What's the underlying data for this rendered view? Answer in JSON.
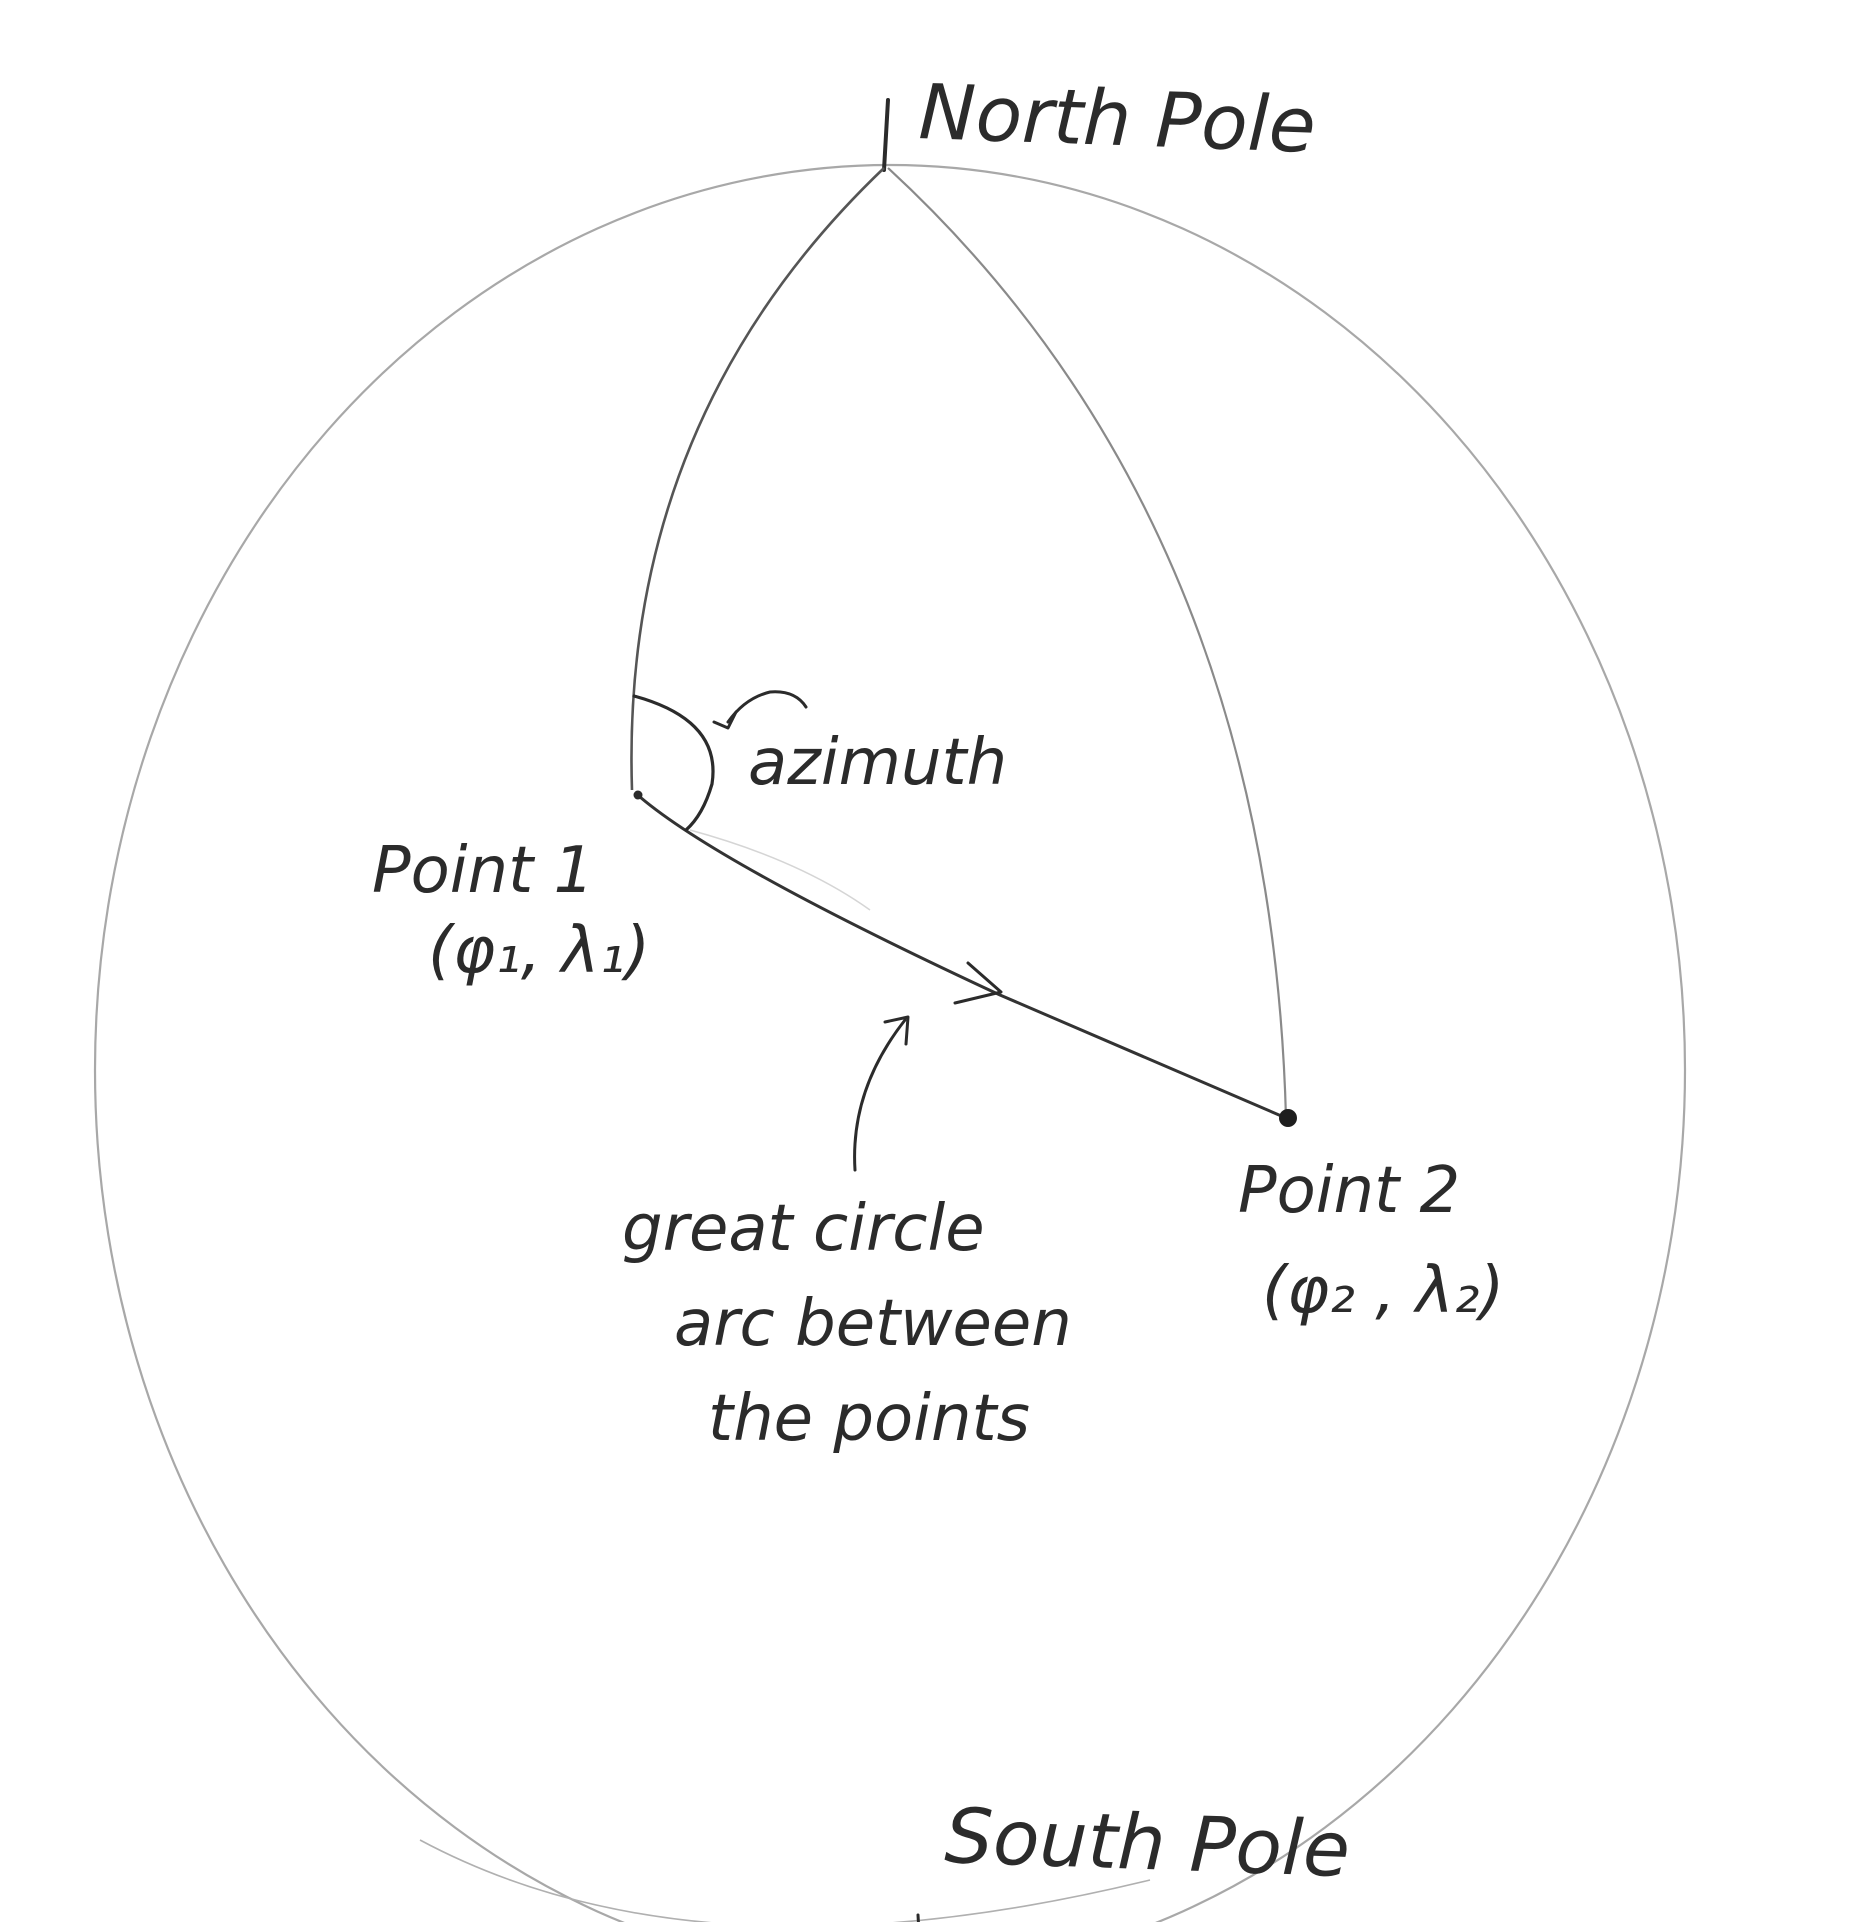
{
  "labels": {
    "north_pole": "North Pole",
    "south_pole": "South Pole",
    "azimuth": "azimuth",
    "point1_name": "Point 1",
    "point1_coords": "(φ₁, λ₁)",
    "point2_name": "Point 2",
    "point2_coords": "(φ₂ , λ₂)",
    "arc_caption_line1": "great circle",
    "arc_caption_line2": "arc between",
    "arc_caption_line3": "the points"
  },
  "colors": {
    "ink": "#2b2b2b",
    "pencil_light": "#9a9a9a",
    "paper": "#ffffff"
  }
}
